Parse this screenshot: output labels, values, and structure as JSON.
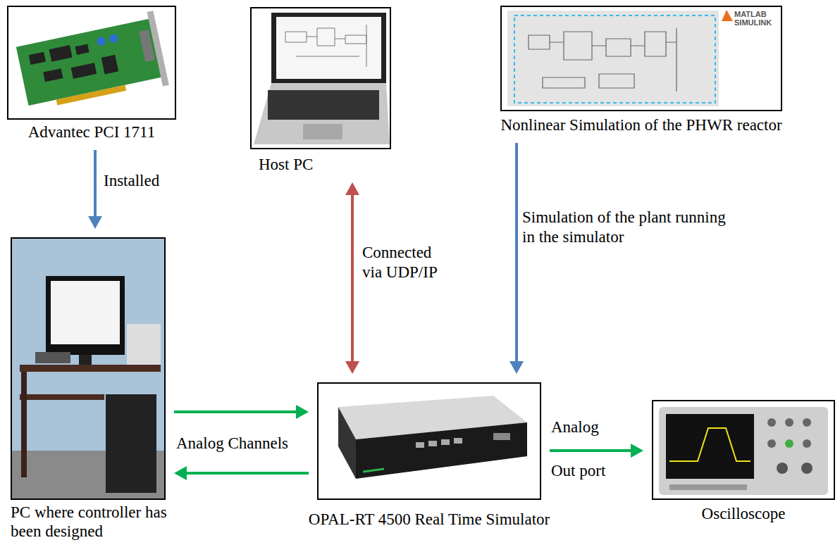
{
  "diagram": {
    "nodes": [
      {
        "text": [
          "Advantec PCI 1711"
        ]
      },
      {
        "text": [
          "Host PC"
        ]
      },
      {
        "text": [
          "Nonlinear Simulation of the PHWR reactor"
        ]
      },
      {
        "text": [
          "PC where controller has been designed"
        ]
      },
      {
        "text": [
          "OPAL-RT 4500 Real Time Simulator"
        ]
      },
      {
        "text": [
          "Oscilloscope"
        ]
      }
    ],
    "edges": [
      {
        "from": 0,
        "to": 3,
        "label": "Installed",
        "arrow": "to"
      },
      {
        "from": 1,
        "to": 4,
        "label": "Connected via UDP/IP",
        "arrow": "both"
      },
      {
        "from": 2,
        "to": 4,
        "label": "Simulation of the plant running in the simulator",
        "arrow": "to"
      },
      {
        "from": 3,
        "to": 4,
        "label": "Analog Channels",
        "arrow": "to"
      },
      {
        "from": 4,
        "to": 3,
        "arrow": "to"
      },
      {
        "from": 4,
        "to": 5,
        "label": "Analog Out port",
        "arrow": "to"
      }
    ],
    "labels": [
      "MATLAB SIMULINK"
    ]
  }
}
